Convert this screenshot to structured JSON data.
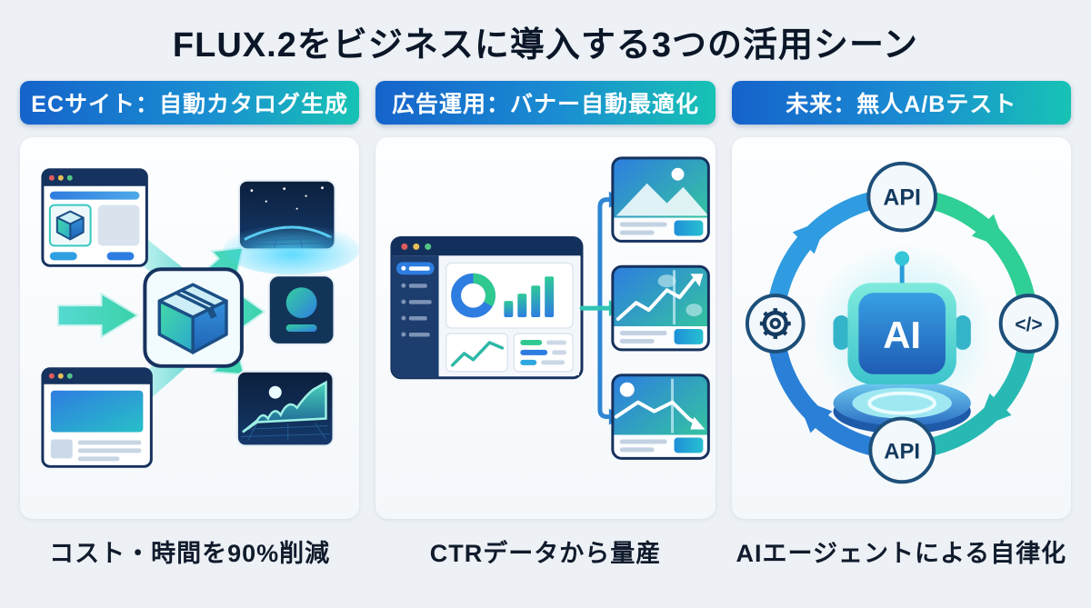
{
  "title": "FLUX.2をビジネスに導入する3つの活用シーン",
  "colors": {
    "page_background": "#edf1f5",
    "badge_gradient_start": "#1563cb",
    "badge_gradient_end": "#17c3b4",
    "navy_outline": "#16325e",
    "accent_blue": "#2e7de0",
    "accent_teal": "#24c4b4",
    "accent_green": "#2fcf96",
    "title_text": "#0b1728"
  },
  "columns": [
    {
      "badge": "ECサイト：自動カタログ生成",
      "caption": "コスト・時間を90%削減"
    },
    {
      "badge": "広告運用：バナー自動最適化",
      "caption": "CTRデータから量産"
    },
    {
      "badge": "未来：無人A/Bテスト",
      "caption": "AIエージェントによる自律化"
    }
  ],
  "right_diagram": {
    "top_node": "API",
    "bottom_node": "API",
    "right_node": "</>",
    "left_node_icon": "gear-icon",
    "center_label": "AI"
  }
}
